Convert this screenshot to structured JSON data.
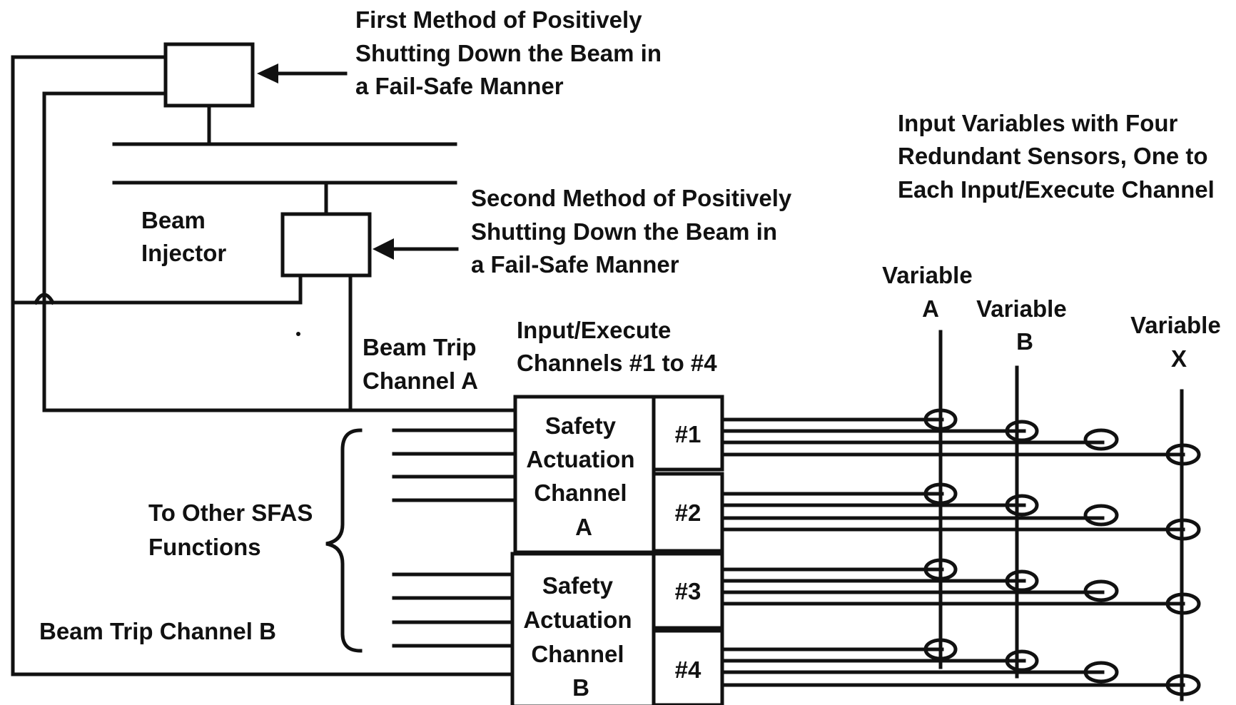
{
  "annotations": {
    "first_method": [
      "First Method of Positively",
      "Shutting Down the Beam in",
      "a Fail-Safe Manner"
    ],
    "second_method": [
      "Second Method of Positively",
      "Shutting Down the Beam in",
      "a Fail-Safe Manner"
    ],
    "input_variables": [
      "Input Variables with Four",
      "Redundant Sensors, One to",
      "Each Input/Execute Channel"
    ],
    "beam_injector": [
      "Beam",
      "Injector"
    ],
    "beam_trip_a": [
      "Beam Trip",
      "Channel A"
    ],
    "input_execute": [
      "Input/Execute",
      "Channels #1 to #4"
    ],
    "to_other": [
      "To Other SFAS",
      "Functions"
    ],
    "beam_trip_b": "Beam Trip Channel B"
  },
  "channels": {
    "a": [
      "Safety",
      "Actuation",
      "Channel",
      "A"
    ],
    "b": [
      "Safety",
      "Actuation",
      "Channel",
      "B"
    ],
    "numbers": [
      "#1",
      "#2",
      "#3",
      "#4"
    ]
  },
  "variables": {
    "a": [
      "Variable",
      "A"
    ],
    "b": [
      "Variable",
      "B"
    ],
    "x": [
      "Variable",
      "X"
    ]
  }
}
